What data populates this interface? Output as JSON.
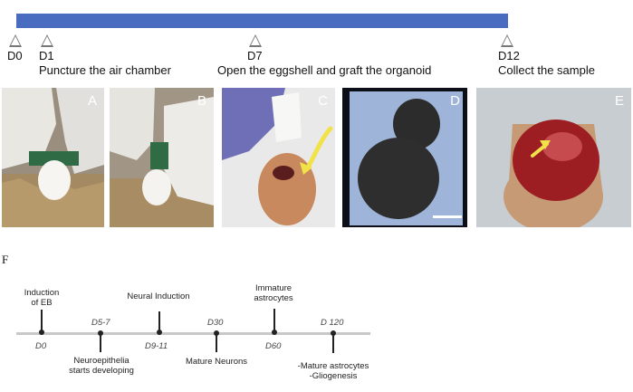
{
  "top_timeline": {
    "days": [
      "D0",
      "D1",
      "D7",
      "D12"
    ],
    "steps": [
      "Puncture the air chamber",
      "Open the eggshell and graft the organoid",
      "Collect the sample"
    ]
  },
  "panels": [
    {
      "label": "A"
    },
    {
      "label": "B"
    },
    {
      "label": "C"
    },
    {
      "label": "D"
    },
    {
      "label": "E"
    }
  ],
  "panel_f": {
    "label": "F",
    "day_labels": [
      "D0",
      "D5-7",
      "D9-11",
      "D30",
      "D60",
      "D 120"
    ],
    "events": {
      "induction_eb": [
        "Induction",
        "of EB"
      ],
      "neuroepithelia": [
        "Neuroepithelia",
        "starts developing"
      ],
      "neural_induction": "Neural Induction",
      "mature_neurons": "Mature Neurons",
      "immature_astrocytes": [
        "Immature",
        "astrocytes"
      ],
      "mature_astrocytes": [
        "-Mature astrocytes",
        "-Gliogenesis"
      ]
    }
  },
  "colors": {
    "timeline_bar": "#4a6cc0",
    "arrow": "#f2e24a",
    "panel_text": "#ffffff"
  }
}
